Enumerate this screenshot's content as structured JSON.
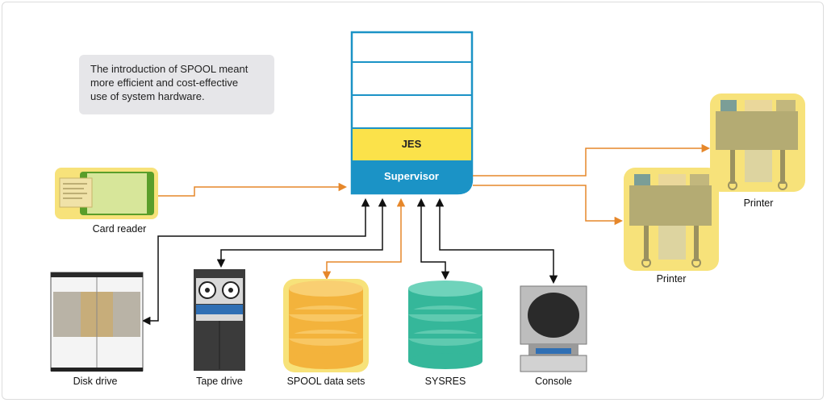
{
  "note": {
    "line1": "The introduction of SPOOL meant",
    "line2": "more efficient and cost-effective",
    "line3": "use of system hardware."
  },
  "stack": {
    "jes_label": "JES",
    "supervisor_label": "Supervisor"
  },
  "devices": {
    "card_reader": "Card reader",
    "disk_drive": "Disk drive",
    "tape_drive": "Tape drive",
    "spool_data_sets": "SPOOL data sets",
    "sysres": "SYSRES",
    "console": "Console",
    "printer_top": "Printer",
    "printer_bottom": "Printer"
  },
  "colors": {
    "stack_border": "#1b93c6",
    "jes": "#fbe24a",
    "supervisor": "#1b93c6",
    "orange_arrow": "#e6872a",
    "black_arrow": "#111111",
    "spool": "#f3b33c",
    "sysres": "#35b79a",
    "highlight": "#f7e27a"
  }
}
